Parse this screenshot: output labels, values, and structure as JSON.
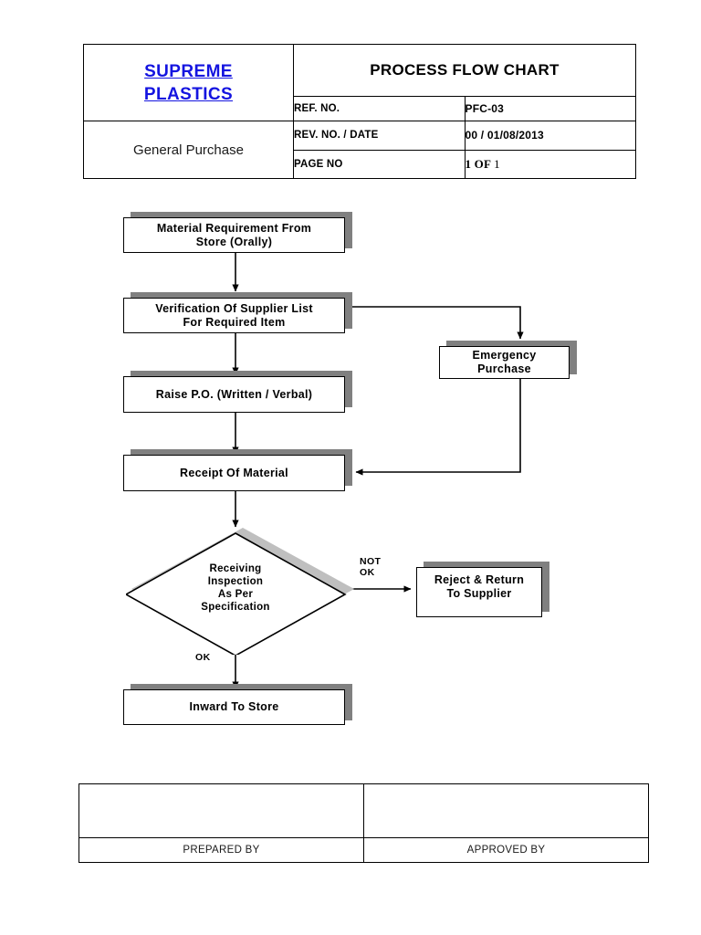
{
  "header": {
    "company_line1": "SUPREME",
    "company_line2": "PLASTICS",
    "document_title": "PROCESS FLOW CHART",
    "department": "General Purchase",
    "rows": [
      {
        "label": "REF. NO.",
        "value": "PFC-03"
      },
      {
        "label": "REV. NO. / DATE",
        "value": "00 / 01/08/2013"
      },
      {
        "label": "PAGE NO",
        "value": "1 OF ",
        "value_small": "1"
      }
    ],
    "accent_color": "#1414e0"
  },
  "flowchart": {
    "type": "process-flow-diagram",
    "nodes": [
      {
        "id": "n1",
        "shape": "process",
        "text_line1": "Material Requirement From",
        "text_line2": "Store (Orally)"
      },
      {
        "id": "n2",
        "shape": "process",
        "text_line1": "Verification Of Supplier List",
        "text_line2": "For Required Item"
      },
      {
        "id": "n3",
        "shape": "process",
        "text_line1": "Raise P.O. (Written / Verbal)",
        "text_line2": ""
      },
      {
        "id": "n4",
        "shape": "process",
        "text_line1": "Receipt Of Material",
        "text_line2": ""
      },
      {
        "id": "n5",
        "shape": "process",
        "text_line1": "Emergency",
        "text_line2": "Purchase"
      },
      {
        "id": "n6",
        "shape": "decision",
        "text_line1": "Receiving",
        "text_line2": "Inspection",
        "text_line3": "As Per",
        "text_line4": "Specification"
      },
      {
        "id": "n7",
        "shape": "process",
        "text_line1": "Reject & Return",
        "text_line2": "To Supplier"
      },
      {
        "id": "n8",
        "shape": "process",
        "text_line1": "Inward To Store",
        "text_line2": ""
      }
    ],
    "edge_labels": {
      "not_ok_line1": "NOT",
      "not_ok_line2": "OK",
      "ok": "OK"
    },
    "shadow_color": "#808080"
  },
  "footer": {
    "prepared_by": "PREPARED BY",
    "approved_by": "APPROVED BY",
    "prepared_signature": "",
    "approved_signature": ""
  }
}
